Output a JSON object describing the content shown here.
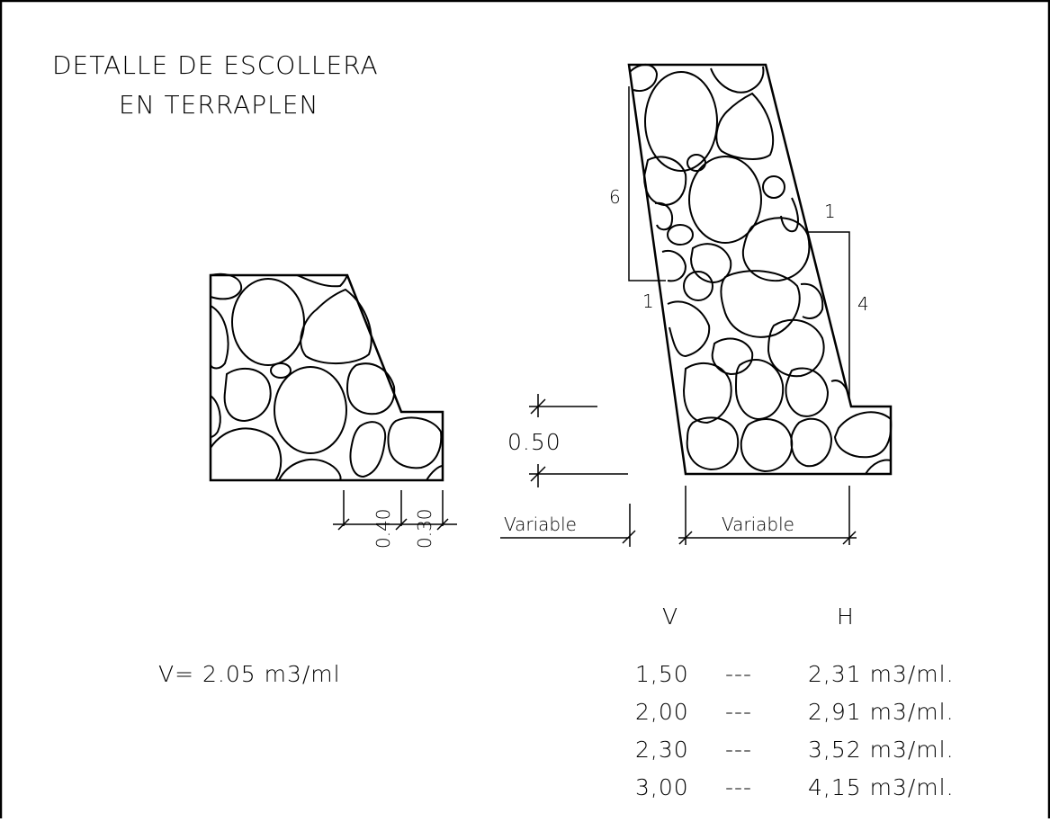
{
  "title": {
    "line1": "DETALLE DE ESCOLLERA",
    "line2": "EN TERRAPLEN"
  },
  "left_section": {
    "dim_toe_1": "0.40",
    "dim_toe_2": "0.30",
    "volume_label": "V=  2.05  m3/ml"
  },
  "right_section": {
    "slope_outer_v": "6",
    "slope_outer_h": "1",
    "slope_inner_h": "1",
    "slope_inner_v": "4",
    "dim_base_height": "0.50",
    "dim_left_width": "Variable",
    "dim_base_width": "Variable"
  },
  "volume_table": {
    "header_v": "V",
    "header_h": "H",
    "separator": "---",
    "rows": [
      {
        "v": "1,50",
        "h": "2,31  m3/ml."
      },
      {
        "v": "2,00",
        "h": "2,91  m3/ml."
      },
      {
        "v": "2,30",
        "h": "3,52  m3/ml."
      },
      {
        "v": "3,00",
        "h": "4,15  m3/ml."
      }
    ]
  }
}
